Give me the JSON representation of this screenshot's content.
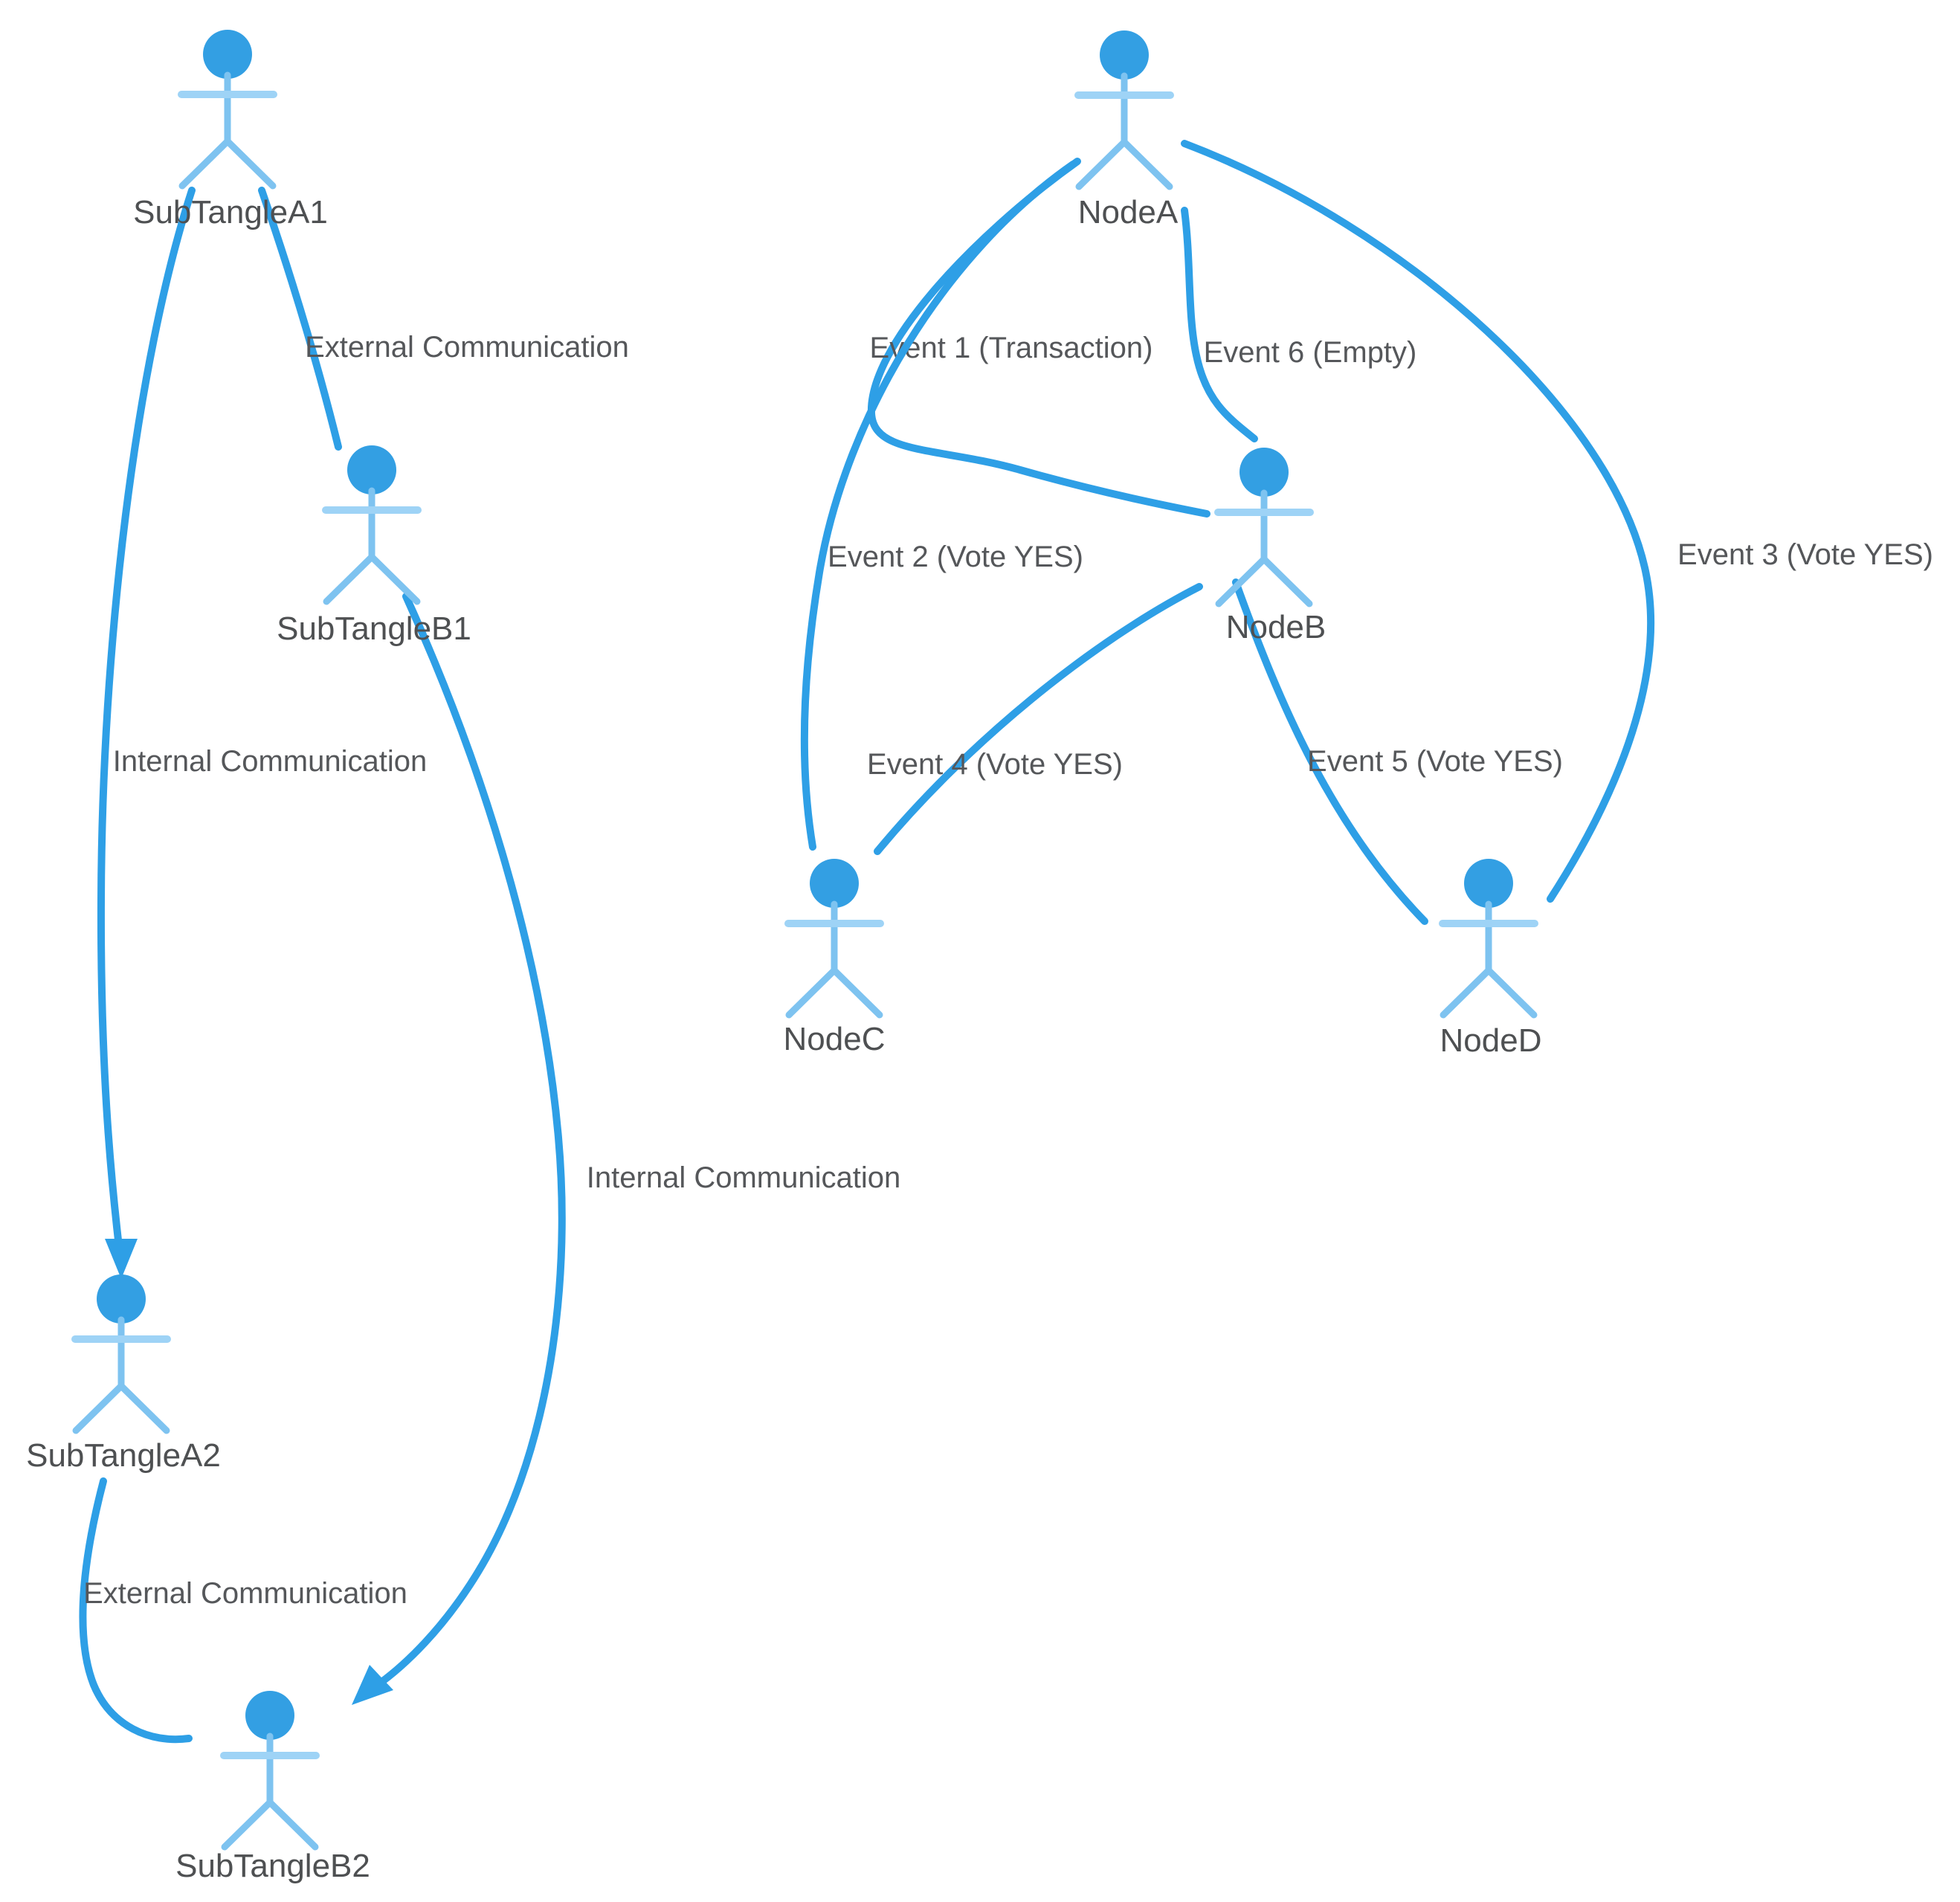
{
  "diagram": {
    "title": "Sub-tangle and node communication diagram",
    "colors": {
      "edge_accent": "#2e9fe6",
      "actor_head": "#339fe3",
      "actor_limbs": "#7ec3f0",
      "actor_arm_bar": "#9ed3f6",
      "label_text": "#55575a",
      "background": "#ffffff"
    },
    "actors": [
      {
        "label": "SubTangleA1"
      },
      {
        "label": "SubTangleB1"
      },
      {
        "label": "SubTangleA2"
      },
      {
        "label": "SubTangleB2"
      },
      {
        "label": "NodeA"
      },
      {
        "label": "NodeB"
      },
      {
        "label": "NodeC"
      },
      {
        "label": "NodeD"
      }
    ],
    "edges": [
      {
        "from": "SubTangleA1",
        "to": "SubTangleB1",
        "label": "External Communication",
        "arrowhead": false
      },
      {
        "from": "SubTangleA1",
        "to": "SubTangleA2",
        "label": "Internal Communication",
        "arrowhead": true
      },
      {
        "from": "SubTangleB1",
        "to": "SubTangleB2",
        "label": "Internal Communication",
        "arrowhead": true
      },
      {
        "from": "SubTangleA2",
        "to": "SubTangleB2",
        "label": "External Communication",
        "arrowhead": false
      },
      {
        "from": "NodeA",
        "to": "NodeB",
        "label": "Event 1 (Transaction)",
        "arrowhead": false
      },
      {
        "from": "NodeA",
        "to": "NodeC",
        "label": "Event 2 (Vote YES)",
        "arrowhead": false
      },
      {
        "from": "NodeA",
        "to": "NodeD",
        "label": "Event 3 (Vote YES)",
        "arrowhead": false
      },
      {
        "from": "NodeC",
        "to": "NodeB",
        "label": "Event 4 (Vote YES)",
        "arrowhead": false
      },
      {
        "from": "NodeB",
        "to": "NodeD",
        "label": "Event 5 (Vote YES)",
        "arrowhead": false
      },
      {
        "from": "NodeA",
        "to": "NodeB",
        "label": "Event 6 (Empty)",
        "arrowhead": false
      }
    ]
  }
}
